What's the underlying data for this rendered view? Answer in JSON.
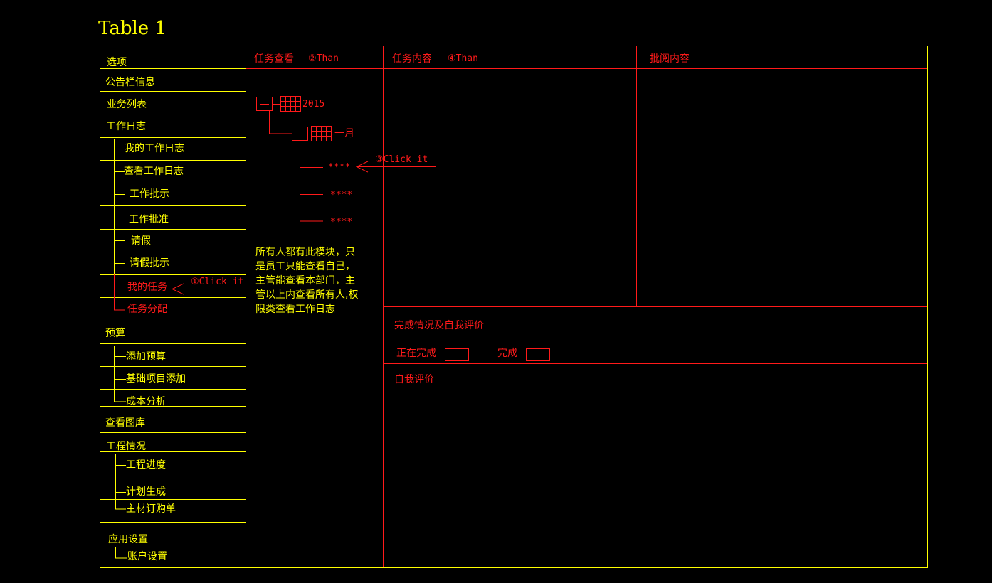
{
  "page_title": "Table 1",
  "sidebar": {
    "header": "选项",
    "items": [
      {
        "label": "公告栏信息"
      },
      {
        "label": "业务列表"
      },
      {
        "label": "工作日志"
      },
      {
        "label": "我的工作日志"
      },
      {
        "label": "查看工作日志"
      },
      {
        "label": "工作批示"
      },
      {
        "label": "工作批准"
      },
      {
        "label": "请假"
      },
      {
        "label": "请假批示"
      },
      {
        "label": "我的任务"
      },
      {
        "label": "任务分配"
      },
      {
        "label": "预算"
      },
      {
        "label": "添加预算"
      },
      {
        "label": "基础项目添加"
      },
      {
        "label": "成本分析"
      },
      {
        "label": "查看图库"
      },
      {
        "label": "工程情况"
      },
      {
        "label": "工程进度"
      },
      {
        "label": "计划生成"
      },
      {
        "label": "主材订购单"
      },
      {
        "label": "应用设置"
      },
      {
        "label": "账户设置"
      }
    ]
  },
  "annotations": {
    "step1": "①Click it",
    "step2": "②Than",
    "step3": "③Click it",
    "step4": "④Than"
  },
  "task_view": {
    "title": "任务查看",
    "tree_year": "2015",
    "tree_month": "一月",
    "tree_items": [
      "****",
      "****",
      "****"
    ],
    "note": "所有人都有此模块，只\n是员工只能查看自己，\n主管能查看本部门，主\n管以上内查看所有人,权\n限类查看工作日志"
  },
  "task_content": {
    "title": "任务内容"
  },
  "review_content": {
    "title": "批阅内容"
  },
  "completion": {
    "title": "完成情况及自我评价",
    "in_progress_label": "正在完成",
    "done_label": "完成",
    "self_eval_label": "自我评价"
  },
  "colors": {
    "yellow": "#ffff00",
    "red": "#ff1a1a",
    "background": "#000000"
  }
}
